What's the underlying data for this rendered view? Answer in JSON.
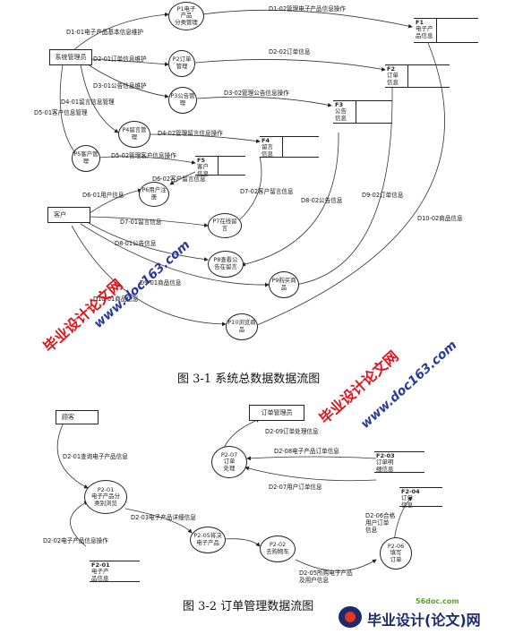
{
  "figure1": {
    "caption": "图 3-1    系统总数据数据流图",
    "entities": {
      "admin": "系统管理员",
      "customer": "客户"
    },
    "processes": {
      "p1": "P1电子\n产品\n分类管理",
      "p2": "P2订单\n管理",
      "p3": "P3公告管\n理",
      "p4": "P4留言管\n理",
      "p5": "P5客户管\n理",
      "p6": "P6用户注\n册",
      "p7": "P7在线留\n言",
      "p8": "P8查看公\n告在留言",
      "p9": "P9购买商\n品",
      "p10": "P10浏览商\n品"
    },
    "stores": {
      "f1": {
        "id": "F1",
        "name": "电子产\n品信息"
      },
      "f2": {
        "id": "F2",
        "name": "订单\n信息"
      },
      "f3": {
        "id": "F3",
        "name": "公告\n信息"
      },
      "f4": {
        "id": "F4",
        "name": "留言\n信息"
      },
      "f5": {
        "id": "F5",
        "name": "客户\n信息"
      }
    },
    "flows": {
      "d101": "D1-01电子产品基本信息维护",
      "d102": "D1-02管理电子产品信息操作",
      "d201": "D2-01订单信息维护",
      "d202": "D2-02订单信息",
      "d301": "D3-01公告信息维护",
      "d302": "D3-02管理公告信息操作",
      "d401": "D4-01留言信息管理",
      "d402": "D4-02管理留言信息操作",
      "d501": "D5-01客户信息管理",
      "d502": "D5-02管理客户信息操作",
      "d601": "D6-01用户信息",
      "d602": "D6-02客户留言信息",
      "d701": "D7-01留言信息",
      "d702": "D7-02客户留言信息",
      "d801": "D8-01公告信息",
      "d802": "D8-02公告信息",
      "d901": "D9-01商品信息",
      "d902": "D9-02订单信息",
      "d1001": "D10-01商品信息",
      "d1002": "D10-02商品信息"
    }
  },
  "figure2": {
    "caption": "图 3-2    订单管理数据流图",
    "entities": {
      "customer": "顾客",
      "manager": "订单管理员"
    },
    "processes": {
      "p201": "P2-01\n电子产品分\n类别浏览",
      "p202": "P2-02\n去购物车",
      "p205": "P2-05将决\n电子产品",
      "p206": "P2-06\n填写\n订单",
      "p207": "P2-07\n订单\n处理"
    },
    "stores": {
      "f201": {
        "id": "F2-01",
        "name": "电子产\n品信息"
      },
      "f203": {
        "id": "F2-03",
        "name": "订单明\n细信息"
      },
      "f204": {
        "id": "F2-04",
        "name": "订单\n信息"
      }
    },
    "flows": {
      "d201": "D2-01查询电子产品信息",
      "d202": "D2-02电子产品信息操作",
      "d203": "D2-03电子产品详细信息",
      "d205": "D2-05所购电子产品\n及用户信息",
      "d206": "D2-06合格\n用户订单\n信息",
      "d207": "D2-07用户订单信息",
      "d208": "D2-08电子产品订单信息",
      "d209": "D2-09订单处理信息"
    }
  },
  "watermarks": {
    "text1": "毕业设计论文网",
    "url1": "www.doc163.com",
    "text2": "毕业设计论文网",
    "url2": "www.doc163.com"
  },
  "logo": {
    "text": "毕业设计(论文)网",
    "site": "56doc.com"
  }
}
